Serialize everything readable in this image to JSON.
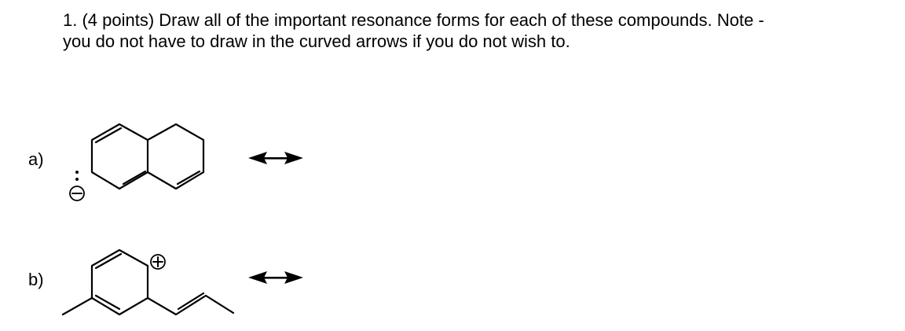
{
  "question": {
    "line1": "1. (4 points) Draw all of the important resonance forms for each of these compounds.  Note -",
    "line2": "you do not have to draw in the curved arrows if you do not wish to."
  },
  "parts": {
    "a": {
      "label": "a)",
      "charge_symbol": "−",
      "lone_pair": ":"
    },
    "b": {
      "label": "b)",
      "charge_symbol": "+"
    }
  }
}
